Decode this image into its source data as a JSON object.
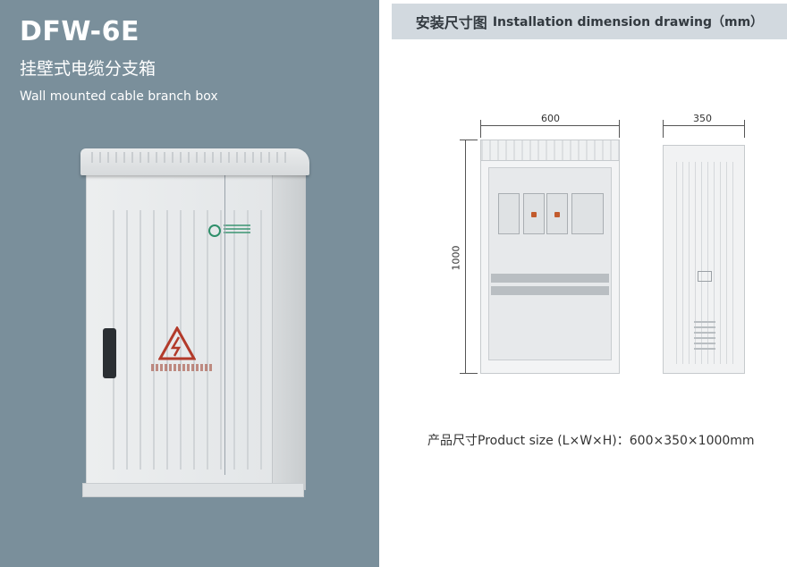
{
  "product": {
    "model": "DFW-6E",
    "name_cn": "挂壁式电缆分支箱",
    "name_en": "Wall mounted cable branch box"
  },
  "drawing": {
    "header_cn": "安装尺寸图",
    "header_en": "Installation dimension drawing（mm）",
    "width_label": "600",
    "depth_label": "350",
    "height_label": "1000",
    "size_text": "产品尺寸Product size (L×W×H)：600×350×1000mm"
  },
  "colors": {
    "left_panel_bg": "#7a8f9b",
    "header_bg": "#d2d9df",
    "warning_red": "#c0392b"
  }
}
